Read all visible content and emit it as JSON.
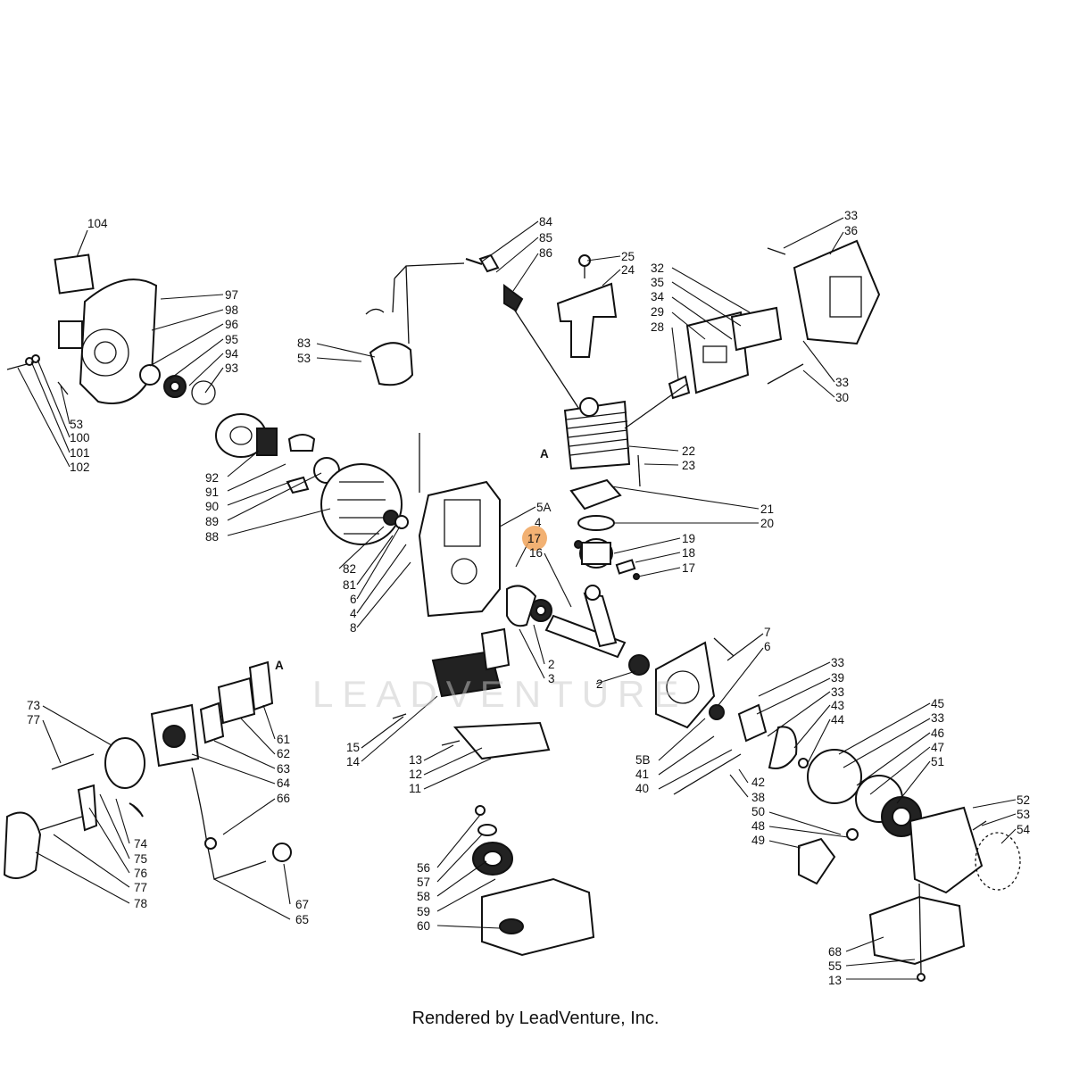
{
  "credit": "Rendered by LeadVenture, Inc.",
  "watermark": "LEADVENTURE",
  "highlight_color": "#f0a35a",
  "highlighted_callout": "17",
  "callouts": [
    "104",
    "97",
    "98",
    "96",
    "95",
    "94",
    "93",
    "53",
    "100",
    "101",
    "102",
    "92",
    "91",
    "90",
    "89",
    "88",
    "83",
    "53",
    "84",
    "85",
    "86",
    "25",
    "24",
    "82",
    "81",
    "6",
    "4",
    "8",
    "5A",
    "4",
    "17",
    "16",
    "2",
    "3",
    "2",
    "A",
    "22",
    "23",
    "21",
    "20",
    "19",
    "18",
    "17",
    "33",
    "36",
    "32",
    "35",
    "34",
    "29",
    "28",
    "33",
    "30",
    "7",
    "6",
    "33",
    "39",
    "33",
    "43",
    "44",
    "45",
    "33",
    "46",
    "47",
    "51",
    "5B",
    "41",
    "40",
    "42",
    "38",
    "50",
    "48",
    "49",
    "52",
    "53",
    "54",
    "A",
    "61",
    "62",
    "63",
    "64",
    "66",
    "67",
    "65",
    "73",
    "77",
    "74",
    "75",
    "76",
    "77",
    "78",
    "15",
    "14",
    "13",
    "12",
    "11",
    "56",
    "57",
    "58",
    "59",
    "60",
    "68",
    "55",
    "13"
  ]
}
